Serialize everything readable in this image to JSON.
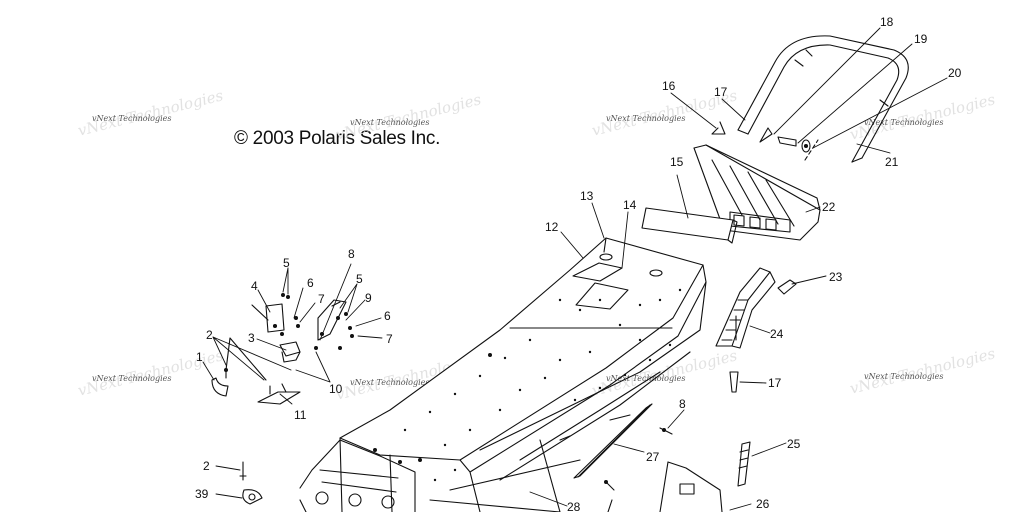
{
  "copyright": "© 2003 Polaris Sales Inc.",
  "watermark": "vNext Technologies",
  "callouts": [
    "1",
    "2",
    "3",
    "4",
    "5",
    "6",
    "7",
    "8",
    "5",
    "9",
    "6",
    "7",
    "10",
    "11",
    "12",
    "13",
    "14",
    "15",
    "16",
    "17",
    "18",
    "19",
    "20",
    "21",
    "22",
    "23",
    "24",
    "17",
    "8",
    "25",
    "26",
    "27",
    "28",
    "2",
    "39"
  ],
  "colors": {
    "line": "#111111",
    "background": "#ffffff",
    "watermark": "#555555"
  }
}
